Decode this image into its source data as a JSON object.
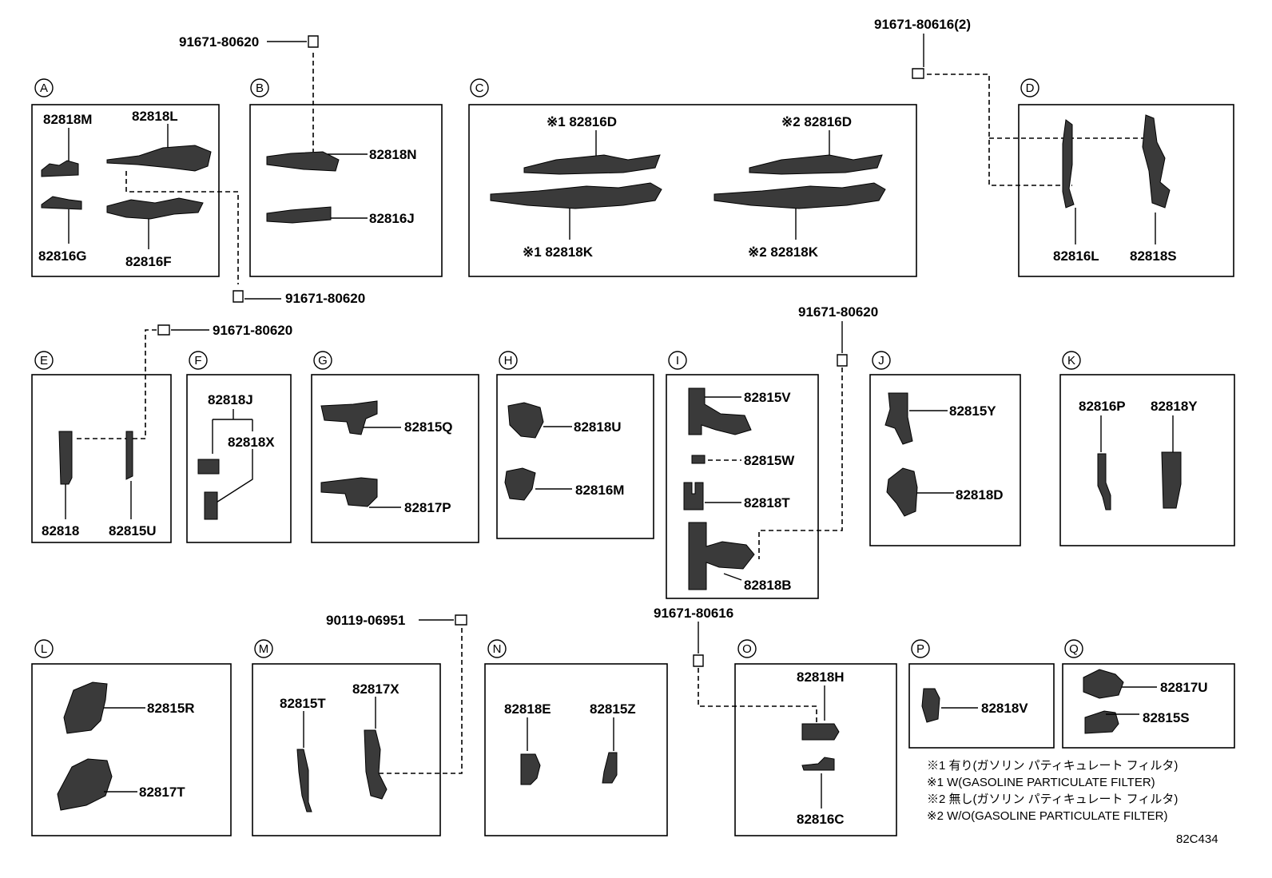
{
  "sections": {
    "A": {
      "letter": "A",
      "parts": [
        "82818M",
        "82818L",
        "82816G",
        "82816F"
      ]
    },
    "B": {
      "letter": "B",
      "parts": [
        "82818N",
        "82816J"
      ]
    },
    "C": {
      "letter": "C",
      "parts": [
        "※1 82816D",
        "※2 82816D",
        "※1 82818K",
        "※2 82818K"
      ]
    },
    "D": {
      "letter": "D",
      "parts": [
        "82816L",
        "82818S"
      ]
    },
    "E": {
      "letter": "E",
      "parts": [
        "82818",
        "82815U"
      ]
    },
    "F": {
      "letter": "F",
      "parts": [
        "82818J",
        "82818X"
      ]
    },
    "G": {
      "letter": "G",
      "parts": [
        "82815Q",
        "82817P"
      ]
    },
    "H": {
      "letter": "H",
      "parts": [
        "82818U",
        "82816M"
      ]
    },
    "I": {
      "letter": "I",
      "parts": [
        "82815V",
        "82815W",
        "82818T",
        "82818B"
      ]
    },
    "J": {
      "letter": "J",
      "parts": [
        "82815Y",
        "82818D"
      ]
    },
    "K": {
      "letter": "K",
      "parts": [
        "82816P",
        "82818Y"
      ]
    },
    "L": {
      "letter": "L",
      "parts": [
        "82815R",
        "82817T"
      ]
    },
    "M": {
      "letter": "M",
      "parts": [
        "82815T",
        "82817X"
      ]
    },
    "N": {
      "letter": "N",
      "parts": [
        "82818E",
        "82815Z"
      ]
    },
    "O": {
      "letter": "O",
      "parts": [
        "82818H",
        "82816C"
      ]
    },
    "P": {
      "letter": "P",
      "parts": [
        "82818V"
      ]
    },
    "Q": {
      "letter": "Q",
      "parts": [
        "82817U",
        "82815S"
      ]
    }
  },
  "fasteners": {
    "top_b": "91671-80620",
    "top_d": "91671-80616(2)",
    "under_a": "91671-80620",
    "e": "91671-80620",
    "i": "91671-80620",
    "m": "90119-06951",
    "o": "91671-80616"
  },
  "notes": [
    "※1 有り(ガソリン パティキュレート フィルタ)",
    "※1 W(GASOLINE PARTICULATE FILTER)",
    "※2 無し(ガソリン パティキュレート フィルタ)",
    "※2 W/O(GASOLINE PARTICULATE FILTER)"
  ],
  "diagram_code": "82C434"
}
